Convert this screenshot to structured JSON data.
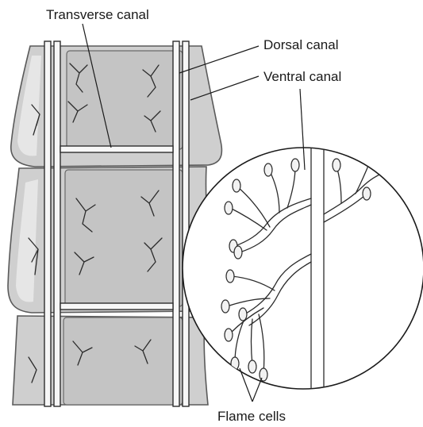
{
  "labels": {
    "transverse_canal": "Transverse canal",
    "dorsal_canal": "Dorsal canal",
    "ventral_canal": "Ventral canal",
    "flame_cells": "Flame cells"
  }
}
